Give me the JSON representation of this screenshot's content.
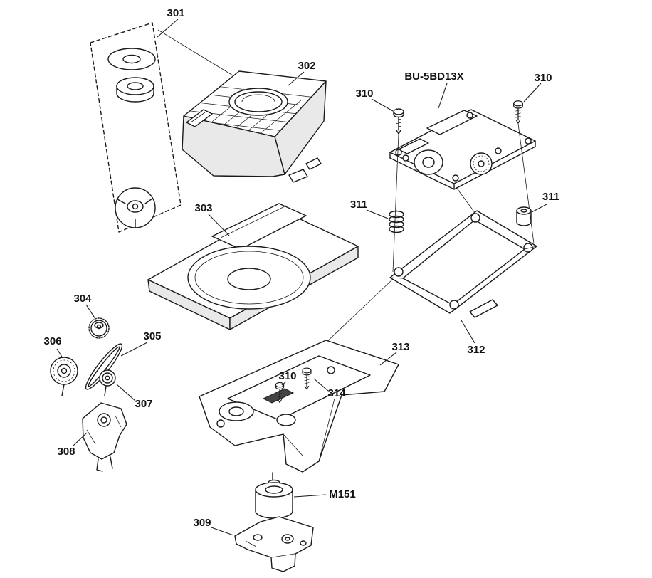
{
  "diagram": {
    "type": "exploded-parts-diagram",
    "colors": {
      "ink": "#1a1a1a",
      "background": "#ffffff"
    },
    "parts": {
      "p301": "301",
      "p302": "302",
      "p303": "303",
      "p304": "304",
      "p305": "305",
      "p306": "306",
      "p307": "307",
      "p308": "308",
      "p309": "309",
      "p310": "310",
      "p311": "311",
      "p312": "312",
      "p313": "313",
      "p314": "314",
      "model": "BU-5BD13X",
      "motor": "M151"
    }
  }
}
